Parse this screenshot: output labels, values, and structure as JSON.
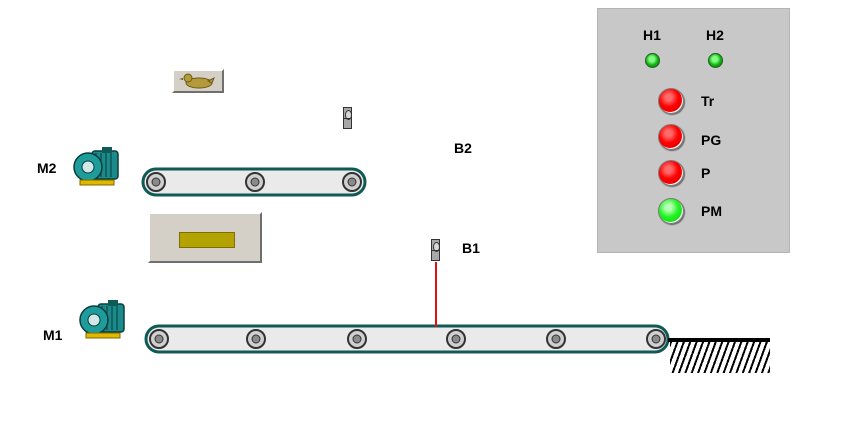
{
  "motors": {
    "m1": {
      "label": "M1"
    },
    "m2": {
      "label": "M2"
    }
  },
  "sensors": {
    "b1": {
      "label": "B1"
    },
    "b2": {
      "label": "B2"
    }
  },
  "panel": {
    "lamps": [
      {
        "label": "H1",
        "state": "on",
        "color": "#16b016"
      },
      {
        "label": "H2",
        "state": "on",
        "color": "#16b016"
      }
    ],
    "buttons": [
      {
        "label": "Tr",
        "color": "#ff0000"
      },
      {
        "label": "PG",
        "color": "#ff0000"
      },
      {
        "label": "P",
        "color": "#ff0000"
      },
      {
        "label": "PM",
        "color": "#22f522"
      }
    ]
  },
  "colors": {
    "belt": "#0f5a55",
    "motor": "#1a8a8a",
    "beam": "#e01010",
    "part": "#b3a200"
  }
}
